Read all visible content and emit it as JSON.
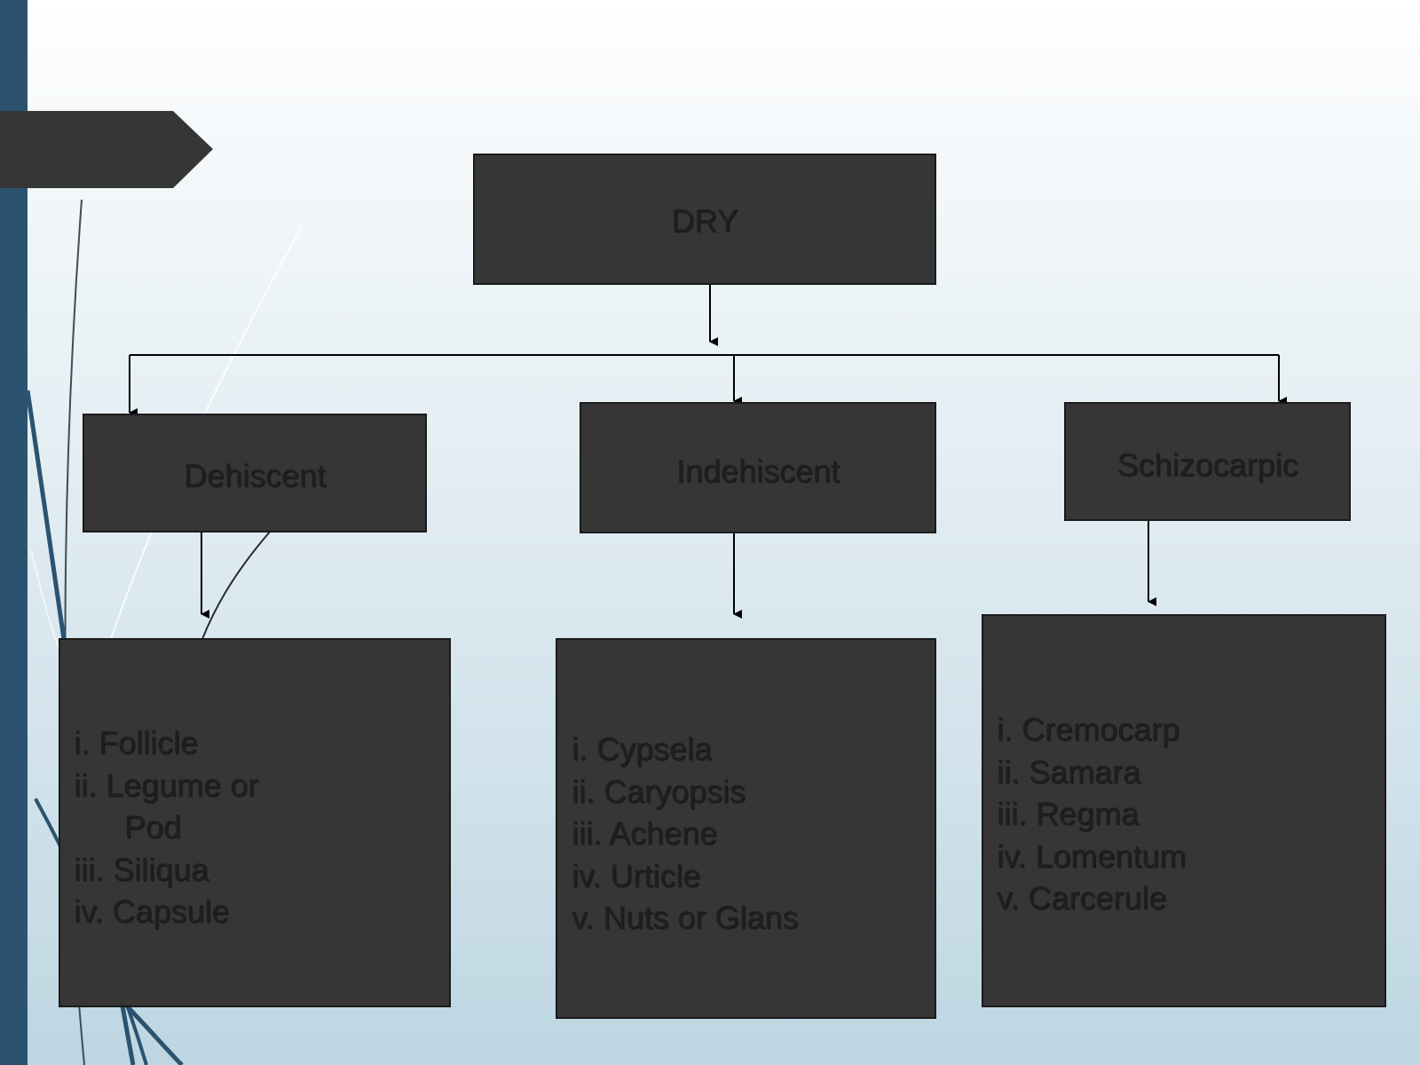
{
  "diagram": {
    "root": {
      "label": "DRY"
    },
    "categories": [
      {
        "id": "dehiscent",
        "label": "Dehiscent",
        "items": [
          "i. Follicle",
          "ii. Legume or",
          "Pod",
          "iii. Siliqua",
          "iv. Capsule"
        ]
      },
      {
        "id": "indehiscent",
        "label": "Indehiscent",
        "items": [
          "i. Cypsela",
          "ii. Caryopsis",
          "iii. Achene",
          "iv. Urticle",
          "v. Nuts or Glans"
        ]
      },
      {
        "id": "schizocarpic",
        "label": "Schizocarpic",
        "items": [
          "i. Cremocarp",
          "ii. Samara",
          "iii. Regma",
          "iv. Lomentum",
          "v. Carcerule"
        ]
      }
    ]
  },
  "theme": {
    "box_fill": "#363636",
    "sidebar": "#2b5370",
    "text": "#1f1f1f"
  }
}
